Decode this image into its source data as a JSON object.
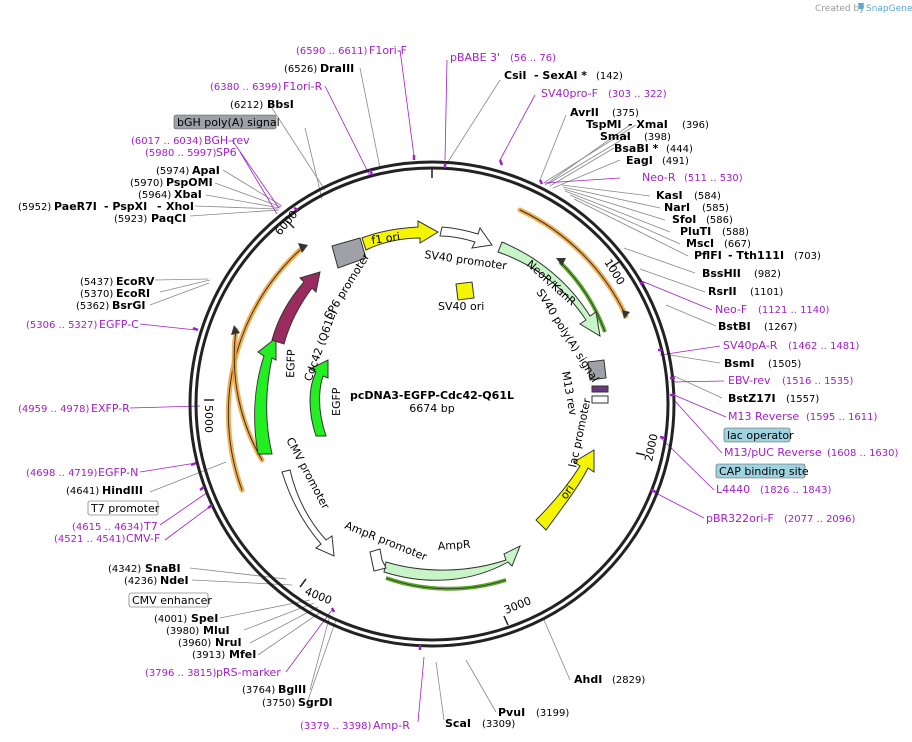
{
  "credit": "Created by",
  "credit_brand": "SnapGene",
  "plasmid": {
    "name": "pcDNA3-EGFP-Cdc42-Q61L",
    "size": "6674 bp"
  },
  "ticks": [
    "1000",
    "2000",
    "3000",
    "4000",
    "5000",
    "6000"
  ],
  "enzymes": [
    {
      "name": "CsiI",
      "extra": "-  SexAI  *",
      "pos": "(142)"
    },
    {
      "name": "AvrII",
      "pos": "(375)"
    },
    {
      "name": "TspMI",
      "extra": "-  XmaI",
      "pos": "(396)"
    },
    {
      "name": "SmaI",
      "pos": "(398)"
    },
    {
      "name": "BsaBI  *",
      "pos": "(444)"
    },
    {
      "name": "EagI",
      "pos": "(491)"
    },
    {
      "name": "KasI",
      "pos": "(584)"
    },
    {
      "name": "NarI",
      "pos": "(585)"
    },
    {
      "name": "SfoI",
      "pos": "(586)"
    },
    {
      "name": "PluTI",
      "pos": "(588)"
    },
    {
      "name": "MscI",
      "pos": "(667)"
    },
    {
      "name": "PflFI",
      "extra": "-  Tth111I",
      "pos": "(703)"
    },
    {
      "name": "BssHII",
      "pos": "(982)"
    },
    {
      "name": "RsrII",
      "pos": "(1101)"
    },
    {
      "name": "BstBI",
      "pos": "(1267)"
    },
    {
      "name": "BsmI",
      "pos": "(1505)"
    },
    {
      "name": "BstZ17I",
      "pos": "(1557)"
    },
    {
      "name": "AhdI",
      "pos": "(2829)"
    },
    {
      "name": "PvuI",
      "pos": "(3199)"
    },
    {
      "name": "ScaI",
      "pos": "(3309)"
    },
    {
      "name": "SgrDI",
      "pos": "(3750)"
    },
    {
      "name": "BglII",
      "pos": "(3764)"
    },
    {
      "name": "MfeI",
      "pos": "(3913)"
    },
    {
      "name": "NruI",
      "pos": "(3960)"
    },
    {
      "name": "MluI",
      "pos": "(3980)"
    },
    {
      "name": "SpeI",
      "pos": "(4001)"
    },
    {
      "name": "NdeI",
      "pos": "(4236)"
    },
    {
      "name": "SnaBI",
      "pos": "(4342)"
    },
    {
      "name": "HindIII",
      "pos": "(4641)"
    },
    {
      "name": "BsrGI",
      "pos": "(5362)"
    },
    {
      "name": "EcoRI",
      "pos": "(5370)"
    },
    {
      "name": "EcoRV",
      "pos": "(5437)"
    },
    {
      "name": "PaqCI",
      "pos": "(5923)"
    },
    {
      "name": "XhoI",
      "pre": "-",
      "pos": "(5952)"
    },
    {
      "name": "PaeR7I",
      "pre": "-  PspXI",
      "pos": "(5952)"
    },
    {
      "name": "XbaI",
      "pos": "(5964)"
    },
    {
      "name": "PspOMI",
      "pos": "(5970)"
    },
    {
      "name": "ApaI",
      "pos": "(5974)"
    },
    {
      "name": "BbsI",
      "pos": "(6212)"
    },
    {
      "name": "DraIII",
      "pos": "(6526)"
    }
  ],
  "primers": [
    {
      "name": "pBABE 3'",
      "range": "(56 .. 76)"
    },
    {
      "name": "SV40pro-F",
      "range": "(303 .. 322)"
    },
    {
      "name": "Neo-R",
      "range": "(511 .. 530)"
    },
    {
      "name": "Neo-F",
      "range": "(1121 .. 1140)"
    },
    {
      "name": "SV40pA-R",
      "range": "(1462 .. 1481)"
    },
    {
      "name": "EBV-rev",
      "range": "(1516 .. 1535)"
    },
    {
      "name": "M13 Reverse",
      "range": "(1595 .. 1611)"
    },
    {
      "name": "M13/pUC Reverse",
      "range": "(1608 .. 1630)"
    },
    {
      "name": "L4440",
      "range": "(1826 .. 1843)"
    },
    {
      "name": "pBR322ori-F",
      "range": "(2077 .. 2096)"
    },
    {
      "name": "Amp-R",
      "range": "(3379 .. 3398)"
    },
    {
      "name": "pRS-marker",
      "range": "(3796 .. 3815)"
    },
    {
      "name": "CMV-F",
      "range": "(4521 .. 4541)"
    },
    {
      "name": "T7",
      "range": "(4615 .. 4634)"
    },
    {
      "name": "EGFP-N",
      "range": "(4698 .. 4719)"
    },
    {
      "name": "EXFP-R",
      "range": "(4959 .. 4978)"
    },
    {
      "name": "EGFP-C",
      "range": "(5306 .. 5327)"
    },
    {
      "name": "SP6",
      "range": "(5980 .. 5997)"
    },
    {
      "name": "BGH-rev",
      "range": "(6017 .. 6034)"
    },
    {
      "name": "F1ori-R",
      "range": "(6380 .. 6399)"
    },
    {
      "name": "F1ori-F",
      "range": "(6590 .. 6611)"
    }
  ],
  "boxed_features": {
    "lac_operator": "lac operator",
    "cap_site": "CAP binding site",
    "t7_promoter": "T7 promoter",
    "cmv_enhancer": "CMV enhancer",
    "bgh_signal": "bGH poly(A) signal"
  },
  "features": {
    "f1_ori": "f1 ori",
    "sv40_promoter": "SV40 promoter",
    "sv40_ori": "SV40 ori",
    "neor": "NeoR/KanR",
    "sv40_polya": "SV40 poly(A) signal",
    "m13_rev": "M13 rev",
    "lac_promoter": "lac promoter",
    "ori": "ori",
    "ampr": "AmpR",
    "ampr_promoter": "AmpR promoter",
    "cmv_promoter": "CMV promoter",
    "egfp_outer": "EGFP",
    "egfp_inner": "EGFP",
    "cdc42": "Cdc42 (Q61L)",
    "sp6_promoter": "SP6 promoter"
  },
  "colors": {
    "primer": "#a020c8",
    "f1_ori": "#f5f500",
    "neor": "#c8f5c8",
    "egfp": "#22ee22",
    "cdc42": "#9b2a5e",
    "orange": "#f0a030",
    "terminator": "#a0a0a8",
    "box_blue": "#9fd3e0"
  }
}
